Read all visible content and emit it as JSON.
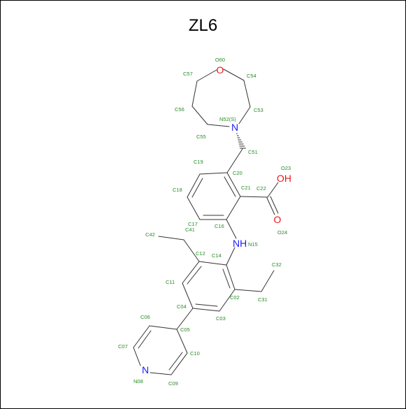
{
  "title": "ZL6",
  "colors": {
    "bond": "#333333",
    "oxygen": "#e8171b",
    "nitrogen": "#1a1aff",
    "atom_label": "#2a8a2a"
  },
  "hetero_labels": {
    "O60": "O",
    "N52": "N",
    "OH": "OH",
    "O24": "O",
    "NH": "NH",
    "N08": "N"
  },
  "atom_labels": {
    "O60": "O60",
    "C54": "C54",
    "C57": "C57",
    "C53": "C53",
    "C56": "C56",
    "N52": "N52(S)",
    "C55": "C55",
    "C51": "C51",
    "C19": "C19",
    "C20": "C20",
    "O23": "O23",
    "C21": "C21",
    "C22": "C22",
    "C18": "C18",
    "C17": "C17",
    "C41": "C41",
    "C16": "C16",
    "O24": "O24",
    "C42": "C42",
    "N15": "N15",
    "C12": "C12",
    "C14": "C14",
    "C32": "C32",
    "C11": "C11",
    "C02": "C02",
    "C31": "C31",
    "C04": "C04",
    "C03": "C03",
    "C06": "C06",
    "C05": "C05",
    "C07": "C07",
    "C10": "C10",
    "N08": "N08",
    "C09": "C09"
  }
}
